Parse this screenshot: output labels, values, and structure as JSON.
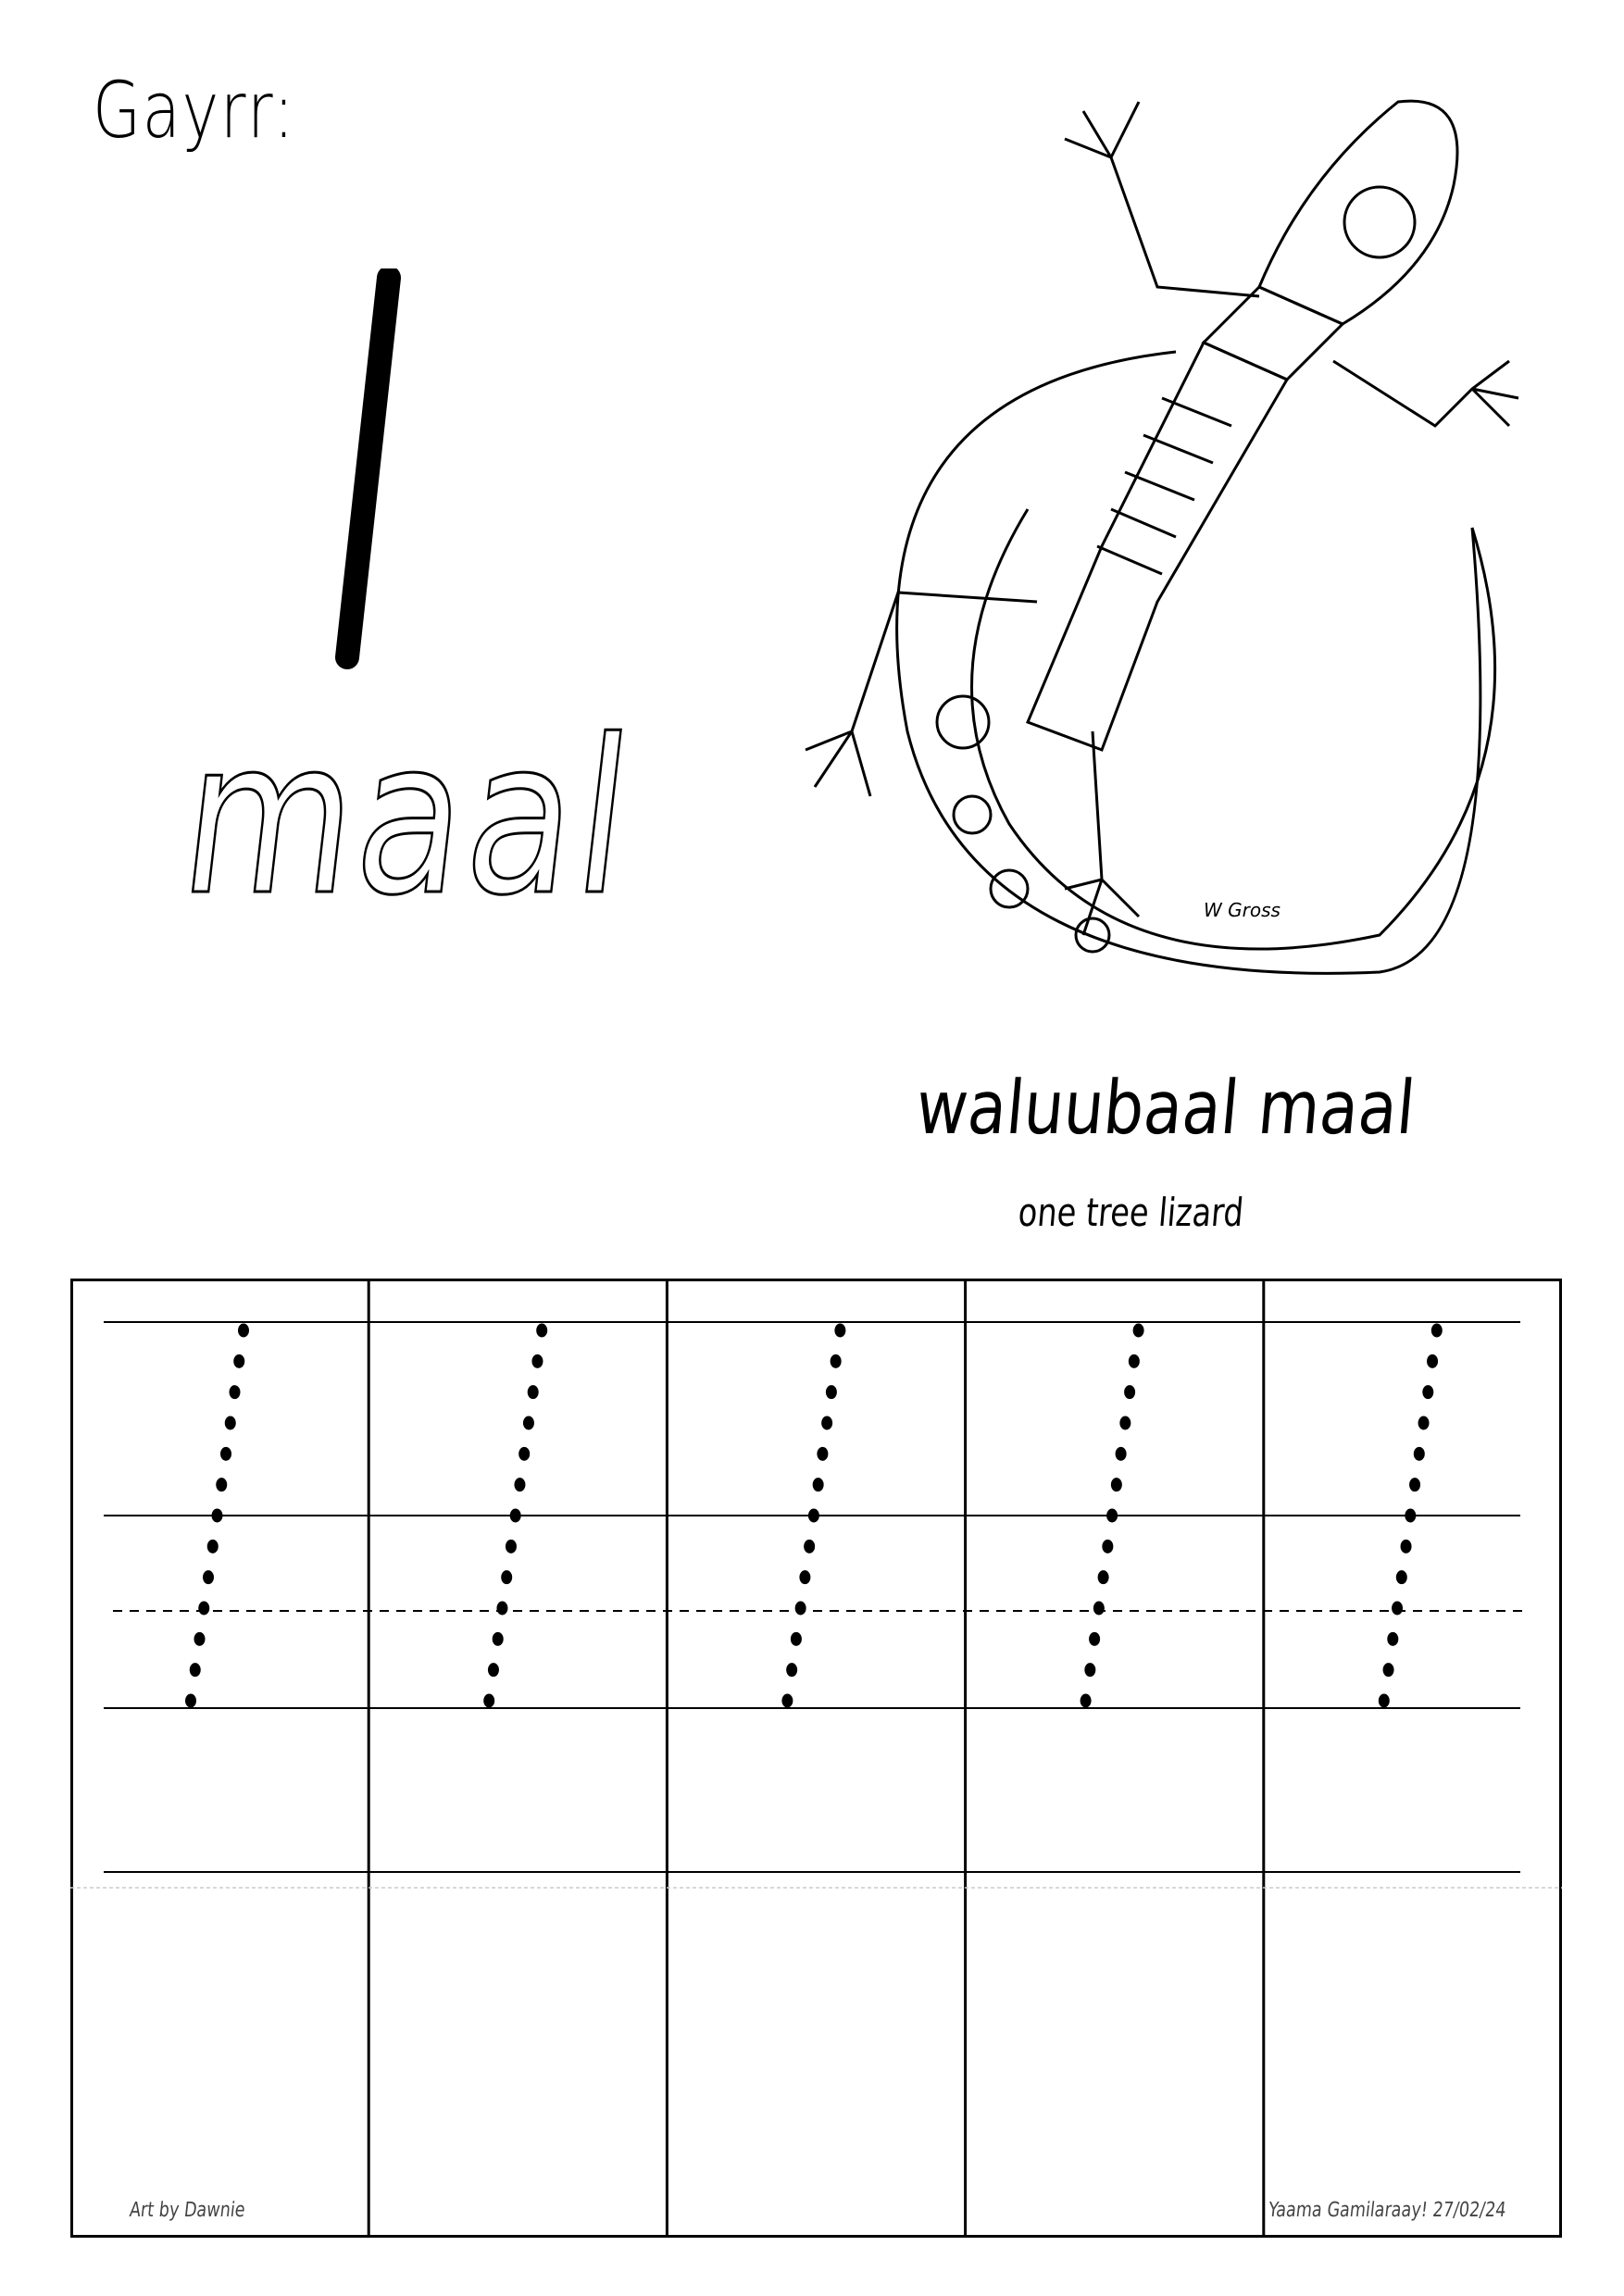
{
  "heading": "Gayrr:",
  "letter": "l",
  "word": "maal",
  "phrase": "waluubaal maal",
  "translation": "one tree lizard",
  "practice": {
    "columns": 5,
    "dots_per_letter": 13
  },
  "footer": {
    "credit": "Art by Dawnie",
    "tagline": "Yaama Gamilaraay!  27/02/24"
  },
  "illustration": {
    "signature": "W Gross"
  }
}
